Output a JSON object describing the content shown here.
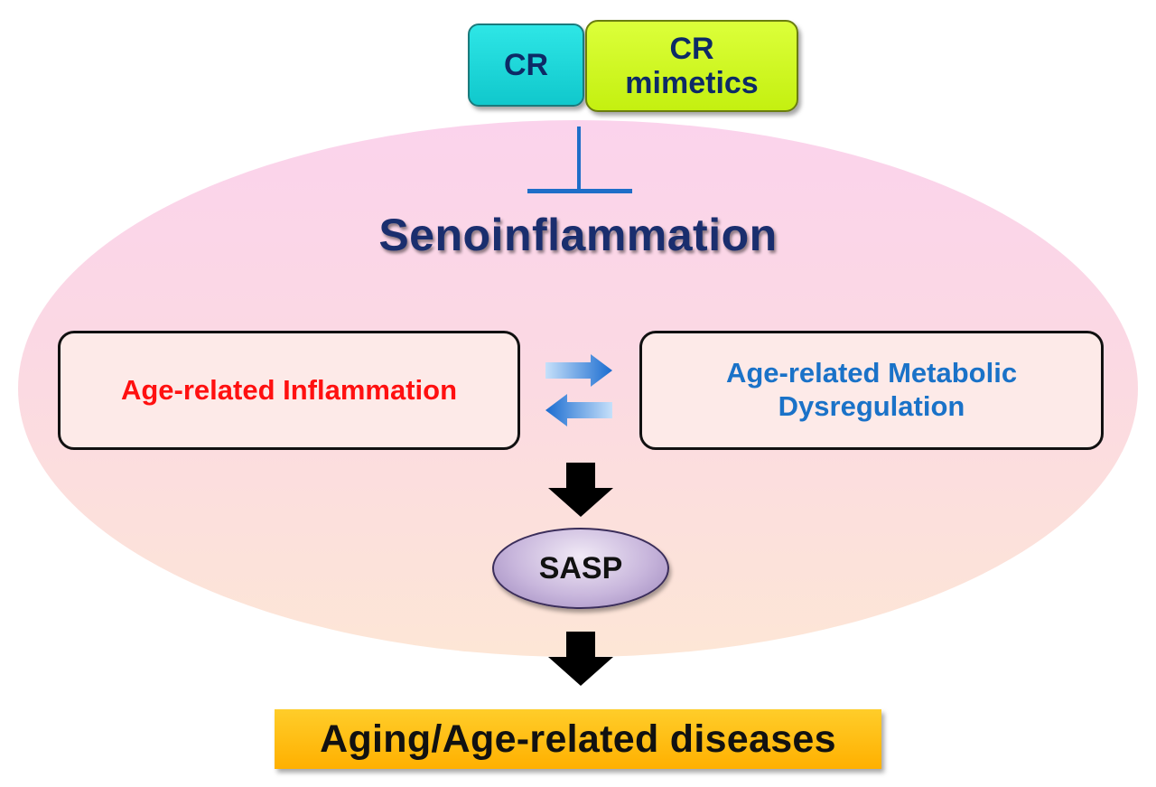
{
  "diagram": {
    "intervention": {
      "cr_label": "CR",
      "mimetics_line1": "CR",
      "mimetics_line2": "mimetics"
    },
    "title": "Senoinflammation",
    "left_box": "Age-related Inflammation",
    "right_box_line1": "Age-related Metabolic",
    "right_box_line2": "Dysregulation",
    "middle_node": "SASP",
    "outcome": "Aging/Age-related diseases"
  },
  "colors": {
    "cr_box": "#1fd6d9",
    "mimetics_box": "#d0f520",
    "title_text": "#1a2e6e",
    "inhibition_line": "#1e6ec8",
    "inflammation_text": "#ff1010",
    "metabolic_text": "#1a72c8",
    "exchange_arrows": "#2a7ad6",
    "outcome_box": "#ffbd10",
    "ellipse_top": "#fbd3ec",
    "ellipse_bottom": "#fde6d6"
  },
  "icons": {
    "inhibition": "t-bar-inhibition-icon",
    "exchange": "bidirectional-arrows-icon",
    "flow": "down-arrow-icon"
  }
}
